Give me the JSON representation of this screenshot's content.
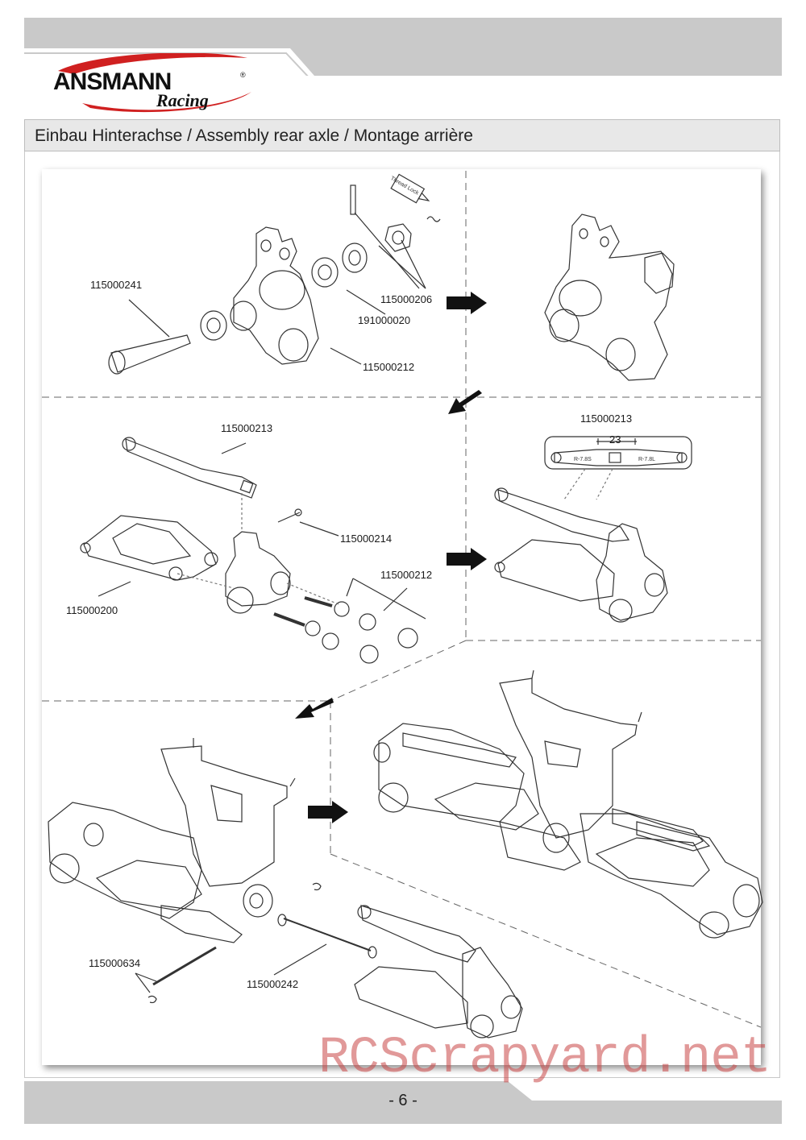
{
  "brand": {
    "name": "ANSMANN",
    "sub": "Racing",
    "registered": "®"
  },
  "section_title": "Einbau Hinterachse / Assembly rear axle / Montage arrière",
  "parts": {
    "p1": "115000241",
    "p2": "115000206",
    "p3": "191000020",
    "p4": "115000212",
    "p5": "115000213",
    "p6": "115000213",
    "p7": "115000214",
    "p8": "115000212",
    "p9": "115000200",
    "p10": "115000634",
    "p11": "115000242"
  },
  "threadlock_label": "Thread Lock",
  "turnbuckle_length": "23",
  "turnbuckle_marks": {
    "left": "R-7.8S",
    "right": "R-7.8L"
  },
  "page_number": "- 6 -",
  "watermark": "RCScrapyard.net",
  "colors": {
    "bar_gray": "#c9c9c9",
    "logo_red": "#d02020",
    "title_bg": "#e8e8e8"
  }
}
